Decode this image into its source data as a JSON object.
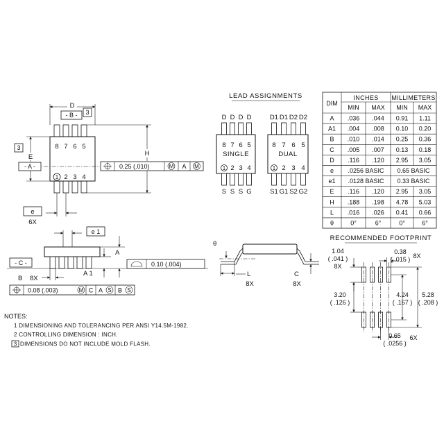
{
  "top_view": {
    "d_label": "D",
    "b_datum": "- B -",
    "callout3": "3",
    "e_label": "E",
    "a_datum": "- A -",
    "h_label": "H",
    "top_pins": [
      "8",
      "7",
      "6",
      "5"
    ],
    "bottom_pins": [
      "1",
      "2",
      "3",
      "4"
    ],
    "pin1_circle": "1",
    "tol_value": "0.25  (.010)",
    "tol_m": "M",
    "tol_a": "A",
    "tol_m2": "M",
    "e_box": "e",
    "e_count": "6X"
  },
  "side_view": {
    "e1_label": "e 1",
    "c_datum": "- C -",
    "a_label": "A",
    "a1_label": "A 1",
    "b_label": "B",
    "b_count": "8X",
    "flat_value": "0.10  (.004)",
    "fcf": [
      "0.08  (.003)",
      "M",
      "C",
      "A",
      "S",
      "B",
      "S"
    ]
  },
  "lead_view": {
    "theta": "θ",
    "l_label": "L",
    "l_count": "8X",
    "c_label": "C",
    "c_count": "8X"
  },
  "lead_assignments": {
    "title": "LEAD ASSIGNMENTS",
    "single": {
      "label": "SINGLE",
      "top": [
        "D",
        "D",
        "D",
        "D"
      ],
      "pins_top": [
        "8",
        "7",
        "6",
        "5"
      ],
      "pins_bottom": [
        "1",
        "2",
        "3",
        "4"
      ],
      "bottom": [
        "S",
        "S",
        "S",
        "G"
      ]
    },
    "dual": {
      "label": "DUAL",
      "top": [
        "D1",
        "D1",
        "D2",
        "D2"
      ],
      "pins_top": [
        "8",
        "7",
        "6",
        "5"
      ],
      "pins_bottom": [
        "1",
        "2",
        "3",
        "4"
      ],
      "bottom": [
        "S1",
        "G1",
        "S2",
        "G2"
      ]
    }
  },
  "dim_table": {
    "dim_header": "DIM",
    "inches_header": "INCHES",
    "mm_header": "MILLIMETERS",
    "sub_headers": [
      "MIN",
      "MAX",
      "MIN",
      "MAX"
    ],
    "rows": [
      [
        "A",
        ".036",
        ".044",
        "0.91",
        "1.11"
      ],
      [
        "A1",
        ".004",
        ".008",
        "0.10",
        "0.20"
      ],
      [
        "B",
        ".010",
        ".014",
        "0.25",
        "0.36"
      ],
      [
        "C",
        ".005",
        ".007",
        "0.13",
        "0.18"
      ],
      [
        "D",
        ".116",
        ".120",
        "2.95",
        "3.05"
      ],
      [
        "e",
        ".0256 BASIC",
        "",
        "0.65 BASIC",
        ""
      ],
      [
        "e1",
        ".0128 BASIC",
        "",
        "0.33 BASIC",
        ""
      ],
      [
        "E",
        ".116",
        ".120",
        "2.95",
        "3.05"
      ],
      [
        "H",
        ".188",
        ".198",
        "4.78",
        "5.03"
      ],
      [
        "L",
        ".016",
        ".026",
        "0.41",
        "0.66"
      ],
      [
        "θ",
        "0°",
        "6°",
        "0°",
        "6°"
      ]
    ]
  },
  "footprint": {
    "title": "RECOMMENDED FOOTPRINT",
    "pad_w_mm": "1.04",
    "pad_w_in": "( .041 )",
    "pad_w_count": "8X",
    "pad_len_mm": "0.38",
    "pad_len_in": "( .015 )",
    "pad_len_count": "8X",
    "inner_mm": "3.20",
    "inner_in": "( .126 )",
    "center_mm": "4.24",
    "center_in": "( .167 )",
    "outer_mm": "5.28",
    "outer_in": "( .208 )",
    "pitch_mm": "0.65",
    "pitch_in": "( .0256 )",
    "pitch_count": "6X"
  },
  "notes": {
    "title": "NOTES:",
    "items": [
      "1  DIMENSIONING AND TOLERANCING PER ANSI Y14.5M-1982.",
      "2  CONTROLLING DIMENSION : INCH.",
      "DIMENSIONS DO NOT INCLUDE MOLD FLASH."
    ],
    "item3_number": "3"
  }
}
